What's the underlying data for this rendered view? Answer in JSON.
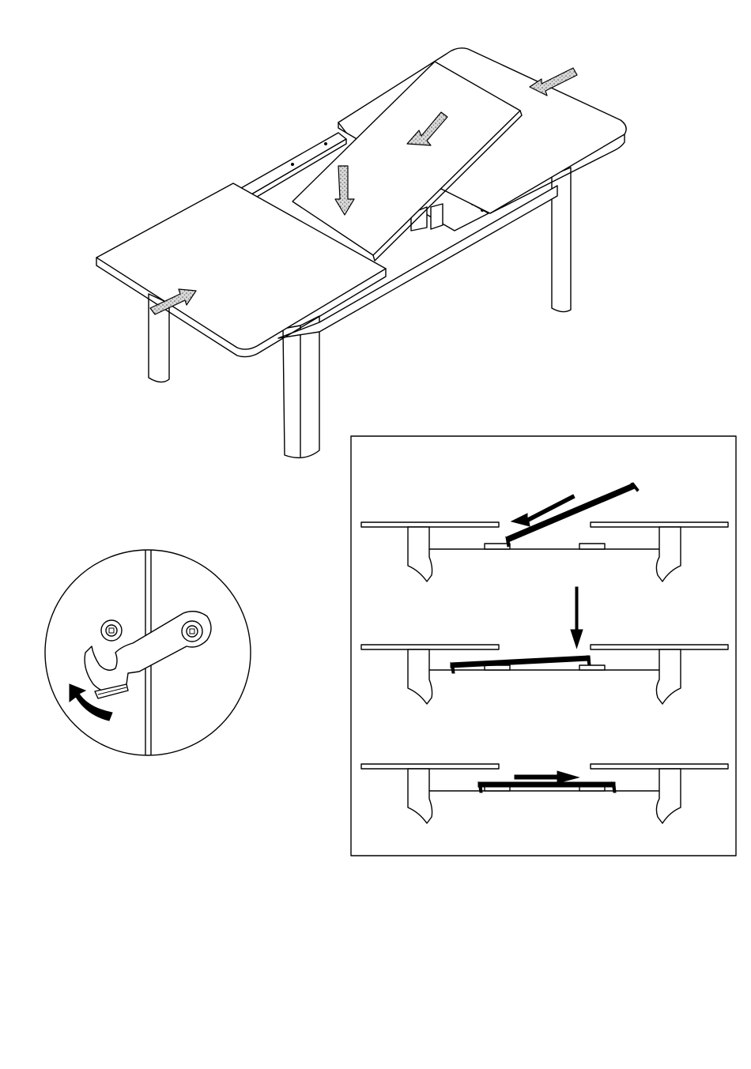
{
  "colors": {
    "line": "#000000",
    "paper": "#ffffff",
    "stipple": "#9a9a9a"
  },
  "figures": [
    {
      "id": "table-view",
      "icons": [
        "arrow-push-in-icon",
        "arrow-insert-leaf-icon",
        "arrow-down-icon"
      ]
    },
    {
      "id": "latch-detail",
      "icons": [
        "screw-icon",
        "hook-latch-icon",
        "rotate-arrow-icon"
      ]
    },
    {
      "id": "side-section-steps",
      "steps": 3,
      "icons": [
        "arrow-left-icon",
        "arrow-down-icon",
        "arrow-right-icon"
      ]
    }
  ]
}
